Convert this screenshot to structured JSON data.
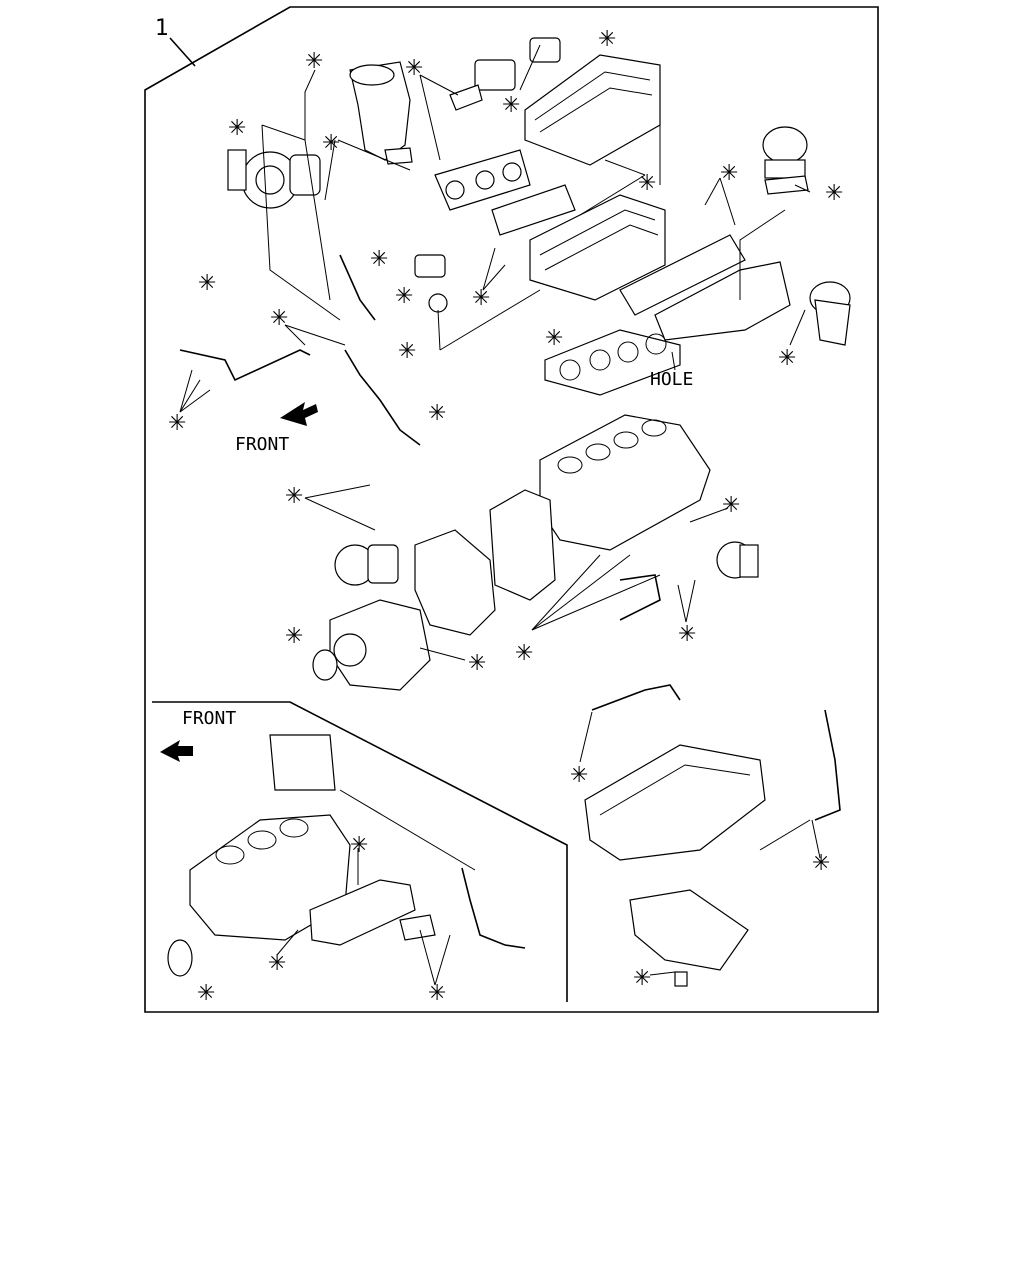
{
  "diagram": {
    "item_number": "1",
    "labels": {
      "hole": "HOLE",
      "front_main": "FRONT",
      "front_inset": "FRONT"
    },
    "marker_symbol": "✳",
    "icons": {
      "arrow_main": "front-arrow-icon",
      "arrow_inset": "front-arrow-icon",
      "marker": "asterisk-marker-icon"
    }
  }
}
